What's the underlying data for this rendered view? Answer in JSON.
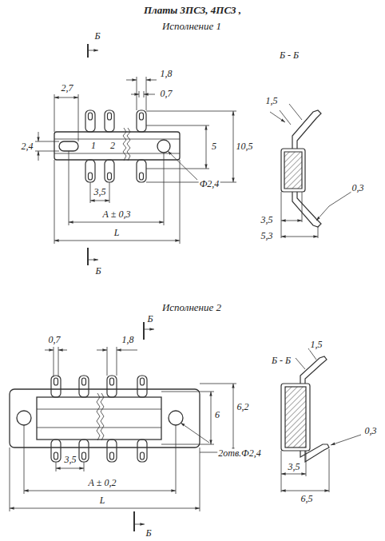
{
  "diagram": {
    "title": "Платы 3ПС3, 4ПС3 ,",
    "labels": [
      "Исполнение 1",
      "Б",
      "2,7",
      "1,8",
      "0,7",
      "1",
      "2",
      "2,4",
      "3,5",
      "5",
      "10,5",
      "А ± 0,3",
      "L",
      "Ф2,4",
      "Б",
      "Б - Б",
      "1,5",
      "3,5",
      "0,3",
      "5,3",
      "Исполнение 2",
      "Б",
      "0,7",
      "1,8",
      "Б - Б",
      "1,5",
      "6",
      "6,2",
      "3,5",
      "2отв.Ф2,4",
      "А ± 0,2",
      "L",
      "0,3",
      "3,5",
      "6,5",
      "Б"
    ]
  }
}
